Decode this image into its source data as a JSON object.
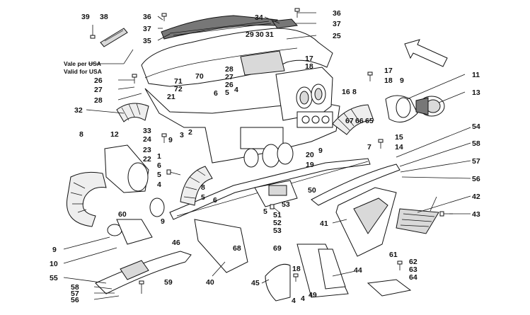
{
  "diagram": {
    "usa_note_it": "Vale per USA",
    "usa_note_en": "Valid for USA",
    "direction_arrow": "arrow-icon"
  },
  "callouts": [
    "39",
    "38",
    "36",
    "37",
    "35",
    "34",
    "36",
    "37",
    "25",
    "29",
    "30",
    "31",
    "28",
    "27",
    "26",
    "5",
    "4",
    "71",
    "70",
    "72",
    "21",
    "6",
    "17",
    "18",
    "17",
    "18",
    "26",
    "27",
    "28",
    "32",
    "11",
    "13",
    "16",
    "8",
    "9",
    "33",
    "2",
    "3",
    "24",
    "23",
    "22",
    "1",
    "9",
    "8",
    "12",
    "6",
    "5",
    "4",
    "20",
    "9",
    "19",
    "67",
    "66",
    "65",
    "15",
    "7",
    "14",
    "54",
    "58",
    "57",
    "56",
    "8",
    "5",
    "6",
    "50",
    "5",
    "51",
    "52",
    "53",
    "53",
    "42",
    "43",
    "60",
    "9",
    "46",
    "68",
    "69",
    "41",
    "9",
    "10",
    "55",
    "58",
    "57",
    "56",
    "59",
    "40",
    "45",
    "44",
    "4",
    "49",
    "4",
    "61",
    "62",
    "63",
    "64",
    "18"
  ]
}
